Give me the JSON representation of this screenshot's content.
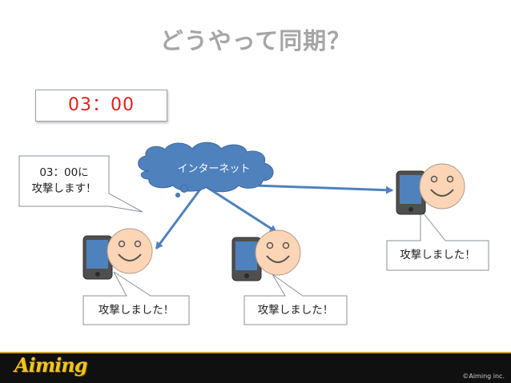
{
  "slide": {
    "title": "どうやって同期？",
    "timer": "03：00",
    "cloud_label": "インターネット",
    "callouts": {
      "announce_line1": "03：00に",
      "announce_line2": "攻撃します！",
      "reply_left": "攻撃しました！",
      "reply_center": "攻撃しました！",
      "reply_right": "攻撃しました！"
    },
    "logo_text": "Aiming",
    "copyright": "©Aiming inc."
  },
  "colors": {
    "title": "#a6a6a6",
    "timer_text": "#e0231d",
    "cloud": "#4f81bd",
    "arrow": "#4f81bd",
    "face": "#fbd5b5",
    "phone": "#4f4f4f",
    "phone_screen": "#4f81bd"
  },
  "icons": [
    "cloud-icon",
    "smartphone-icon",
    "face-icon"
  ]
}
